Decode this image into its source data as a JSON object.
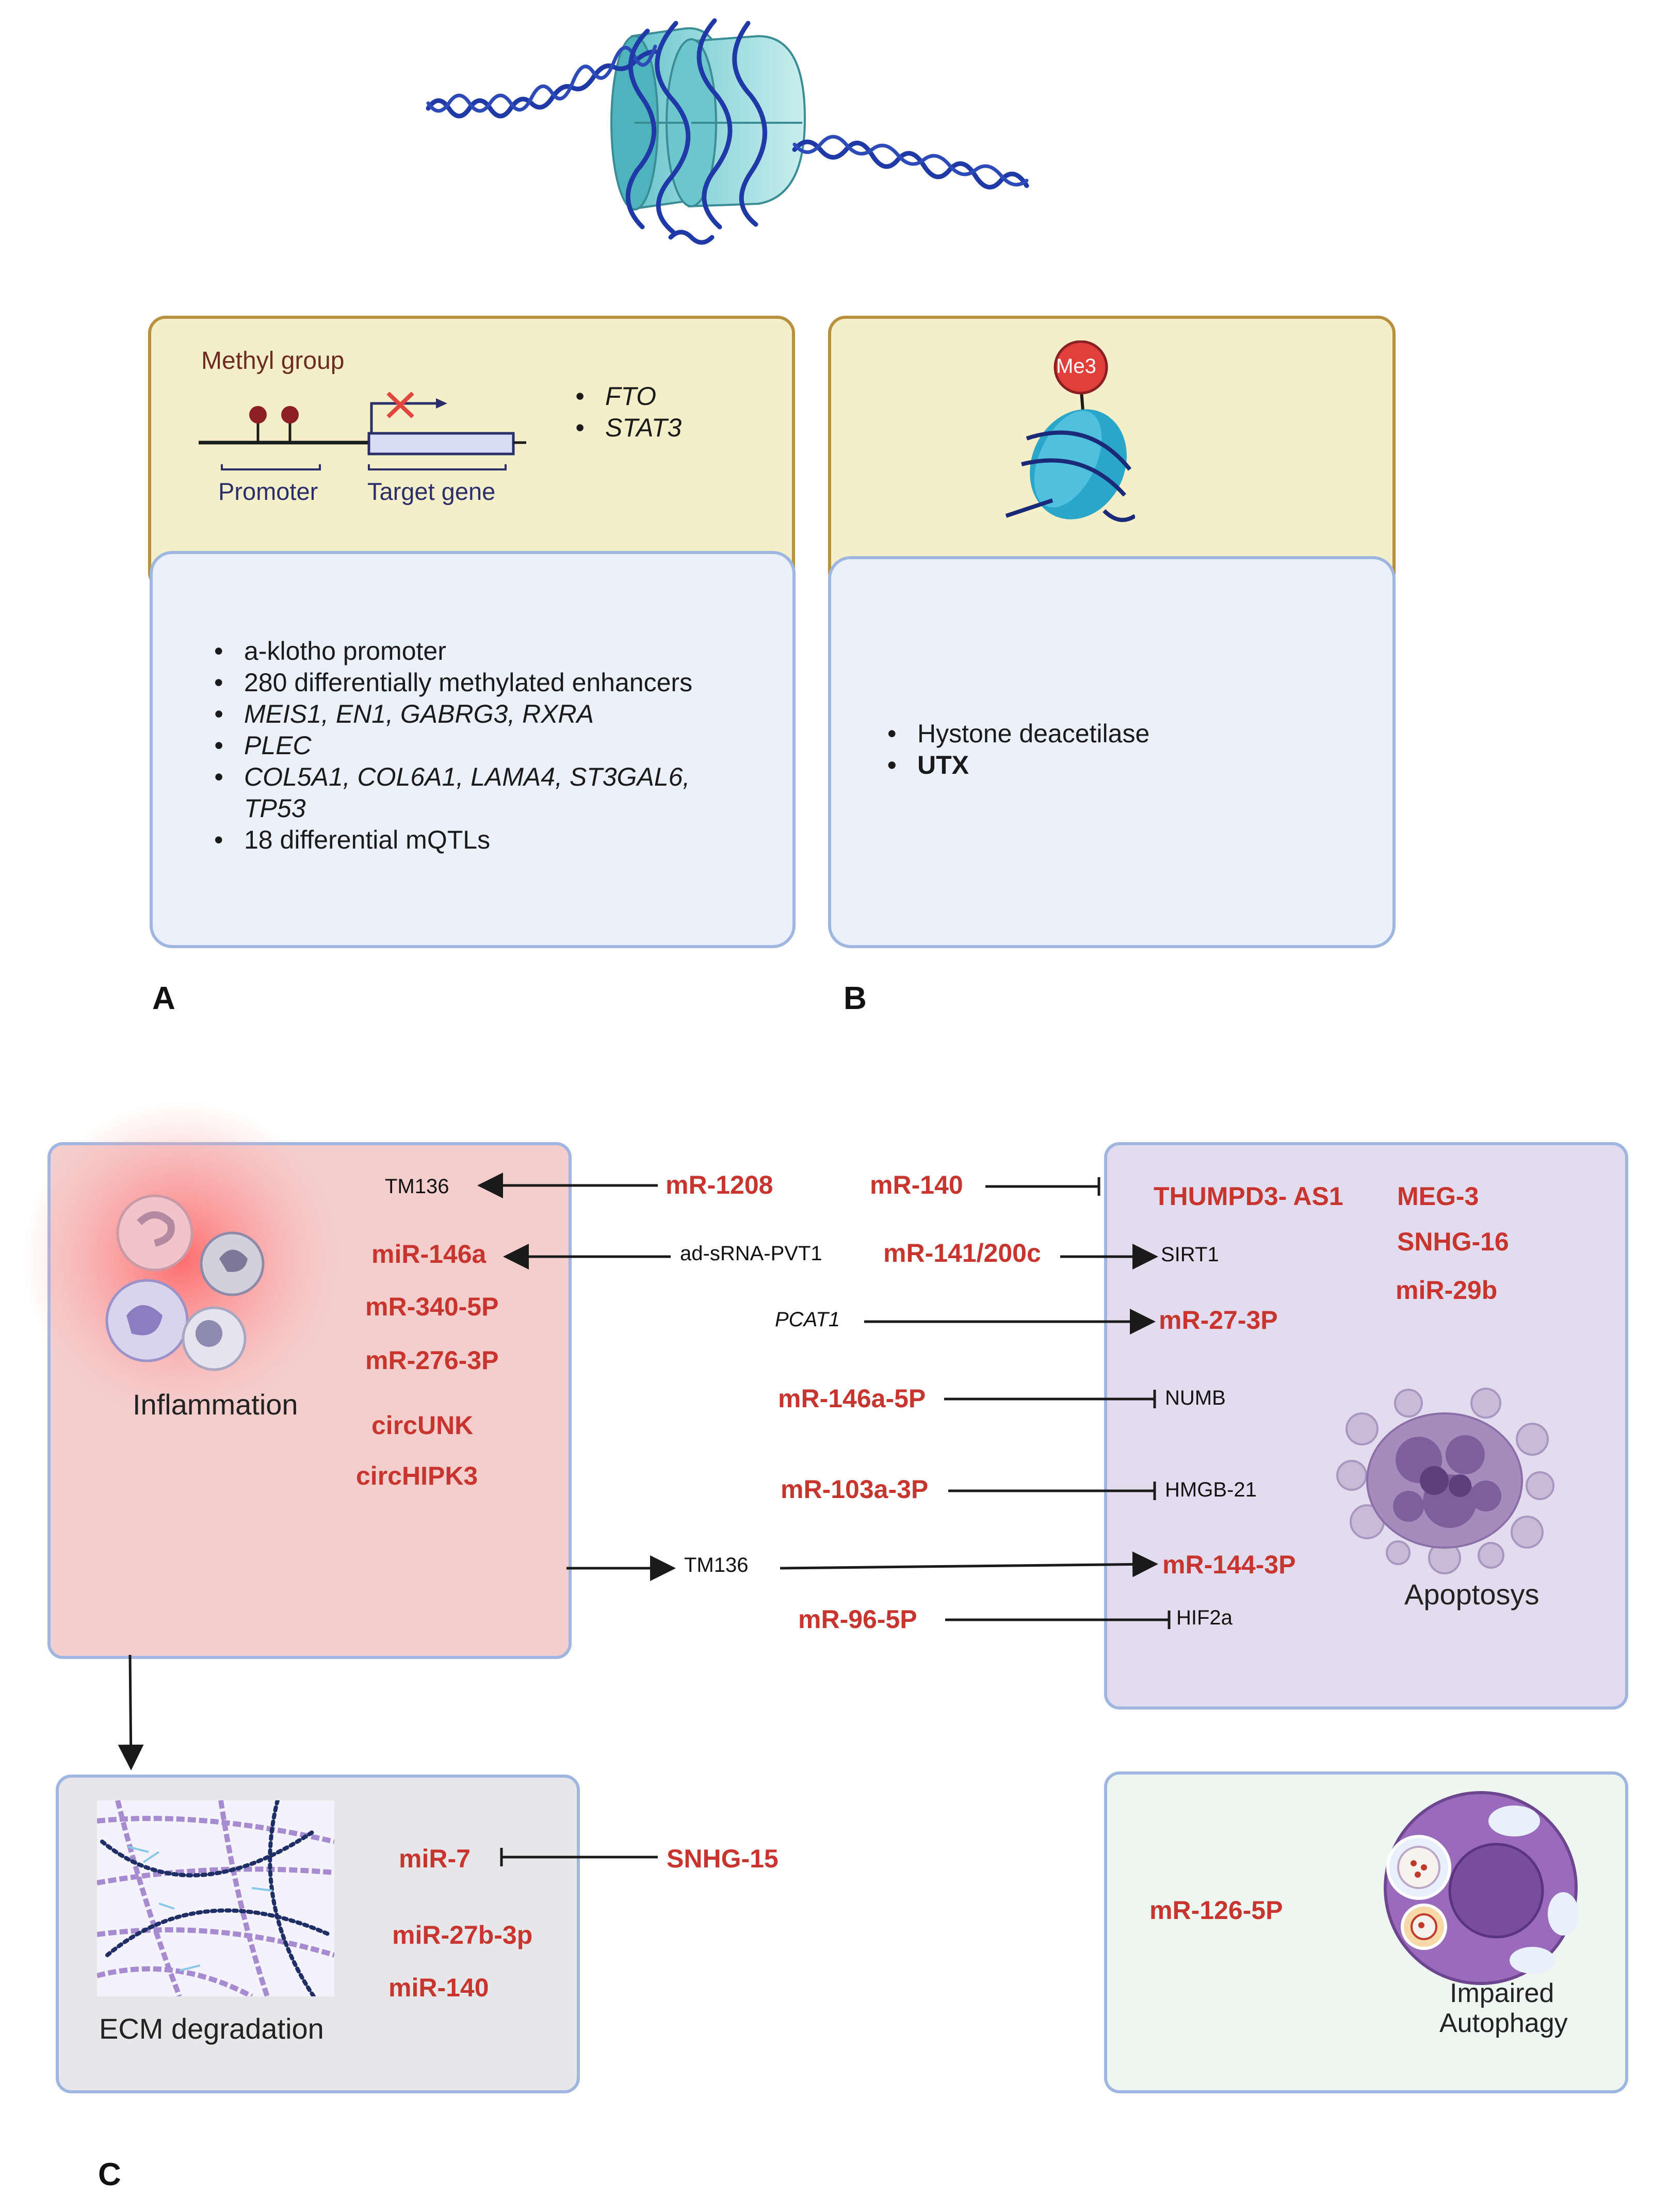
{
  "colors": {
    "accent_red": "#c8352e",
    "yellow_panel": "#f4efc9",
    "blue_panel": "#eaf1fb",
    "inflammation_box": "#f4cdcd",
    "apoptosis_box": "#e3dcef",
    "ecm_box": "#e7e7e9",
    "autophagy_box": "#eef6f2",
    "dna_blue": "#1f3aa6",
    "nucleosome_teal": "#7fd0d6"
  },
  "panel_a": {
    "methyl_label": "Methyl group",
    "promoter_label": "Promoter",
    "target_label": "Target gene",
    "genes": [
      "FTO",
      "STAT3"
    ],
    "items": [
      {
        "text": "a-klotho promoter",
        "italic": false
      },
      {
        "text": "280 differentially methylated enhancers",
        "italic": false
      },
      {
        "text": "MEIS1, EN1, GABRG3, RXRA",
        "italic": true
      },
      {
        "text": "PLEC",
        "italic": true
      },
      {
        "text": "COL5A1, COL6A1, LAMA4, ST3GAL6,",
        "italic": true
      },
      {
        "text": "TP53",
        "italic": true,
        "continuation": true
      },
      {
        "text": "18 differential mQTLs",
        "italic": false
      }
    ],
    "letter": "A"
  },
  "panel_b": {
    "me3_label": "Me3",
    "items": [
      {
        "text": "Hystone deacetilase",
        "bold": false
      },
      {
        "text": "UTX",
        "bold": true
      }
    ],
    "letter": "B"
  },
  "panel_c": {
    "letter": "C",
    "inflammation": {
      "title": "Inflammation",
      "items": [
        "miR-146a",
        "mR-340-5P",
        "mR-276-3P",
        "circUNK",
        "circHIPK3"
      ],
      "tm136_top": "TM136"
    },
    "middle": {
      "mr1208": "mR-1208",
      "ad_srna": "ad-sRNA-PVT1",
      "tm136_mid": "TM136",
      "mr140": "mR-140",
      "mr141": "mR-141/200c",
      "sirt1": "SIRT1",
      "pcat1": "PCAT1",
      "mr27": "mR-27-3P",
      "mr146a5p": "mR-146a-5P",
      "numb": "NUMB",
      "mr103": "mR-103a-3P",
      "hmgb": "HMGB-21",
      "mr144": "mR-144-3P",
      "mr96": "mR-96-5P",
      "hif2a": "HIF2a"
    },
    "apoptosis": {
      "title": "Apoptosys",
      "items": [
        "THUMPD3- AS1",
        "MEG-3",
        "SNHG-16",
        "miR-29b"
      ]
    },
    "ecm": {
      "title": "ECM degradation",
      "items": [
        "miR-7",
        "miR-27b-3p",
        "miR-140"
      ],
      "snhg15": "SNHG-15"
    },
    "autophagy": {
      "title_line1": "Impaired",
      "title_line2": "Autophagy",
      "item": "mR-126-5P"
    }
  }
}
